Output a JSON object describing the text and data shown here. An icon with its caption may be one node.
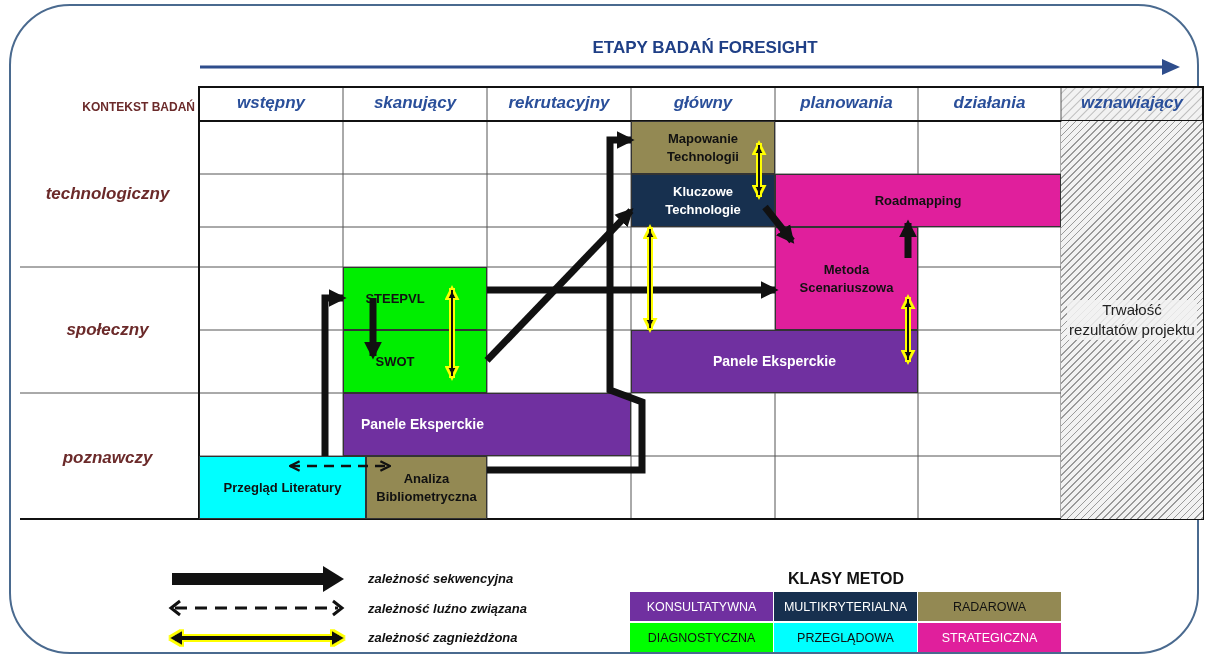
{
  "diagram": {
    "title": "ETAPY BADAŃ FORESIGHT",
    "nodes": [
      {
        "text": [
          "Mapowanie Technologii"
        ]
      },
      {
        "text": [
          "Kluczowe Technologie"
        ]
      },
      {
        "text": [
          "Roadmapping"
        ]
      },
      {
        "text": [
          "Metoda Scenariuszowa"
        ]
      },
      {
        "text": [
          "STEEPVL"
        ]
      },
      {
        "text": [
          "SWOT"
        ]
      },
      {
        "text": [
          "Panele Eksperckie"
        ]
      },
      {
        "text": [
          "Panele Eksperckie"
        ]
      },
      {
        "text": [
          "Przegląd Literatury"
        ]
      },
      {
        "text": [
          "Analiza Bibliometryczna"
        ]
      },
      {
        "text": [
          "Trwałość rezultatów projektu"
        ]
      }
    ],
    "edges": [
      {
        "from": 9,
        "to": 0,
        "arrow": "to"
      },
      {
        "from": 5,
        "to": 1,
        "arrow": "to"
      },
      {
        "from": 4,
        "to": 3,
        "arrow": "to"
      },
      {
        "from": 4,
        "to": 5,
        "arrow": "to"
      },
      {
        "from": 4,
        "to": 5,
        "arrow": "both",
        "color": "#ffff00"
      },
      {
        "from": 8,
        "to": 4,
        "arrow": "to"
      },
      {
        "from": 8,
        "to": 9,
        "arrow": "both",
        "style": "dashed"
      },
      {
        "from": 0,
        "to": 1,
        "arrow": "both",
        "color": "#ffff00"
      },
      {
        "from": 1,
        "to": 3,
        "arrow": "to"
      },
      {
        "from": 1,
        "to": 6,
        "arrow": "both",
        "color": "#ffff00"
      },
      {
        "from": 3,
        "to": 2,
        "arrow": "to"
      },
      {
        "from": 3,
        "to": 6,
        "arrow": "both",
        "color": "#ffff00"
      }
    ],
    "labels": [
      "KONTEKST BADAŃ",
      "wstępny",
      "skanujący",
      "rekrutacyjny",
      "główny",
      "planowania",
      "działania",
      "wznawiający",
      "technologiczny",
      "społeczny",
      "poznawczy",
      "KLASY METOD"
    ],
    "legend": [
      {
        "text": "zależność sekwencyjna"
      },
      {
        "text": "zależność luźno związana"
      },
      {
        "text": "zależność zagnieżdżona"
      },
      {
        "text": "KONSULTATYWNA",
        "color": "#7030a0"
      },
      {
        "text": "MULTIKRYTERIALNA",
        "color": "#17304f"
      },
      {
        "text": "RADAROWA",
        "color": "#938953"
      },
      {
        "text": "DIAGNOSTYCZNA",
        "color": "#00ff00"
      },
      {
        "text": "PRZEGLĄDOWA",
        "color": "#00ffff"
      },
      {
        "text": "STRATEGICZNA",
        "color": "#e01f9c"
      }
    ]
  }
}
